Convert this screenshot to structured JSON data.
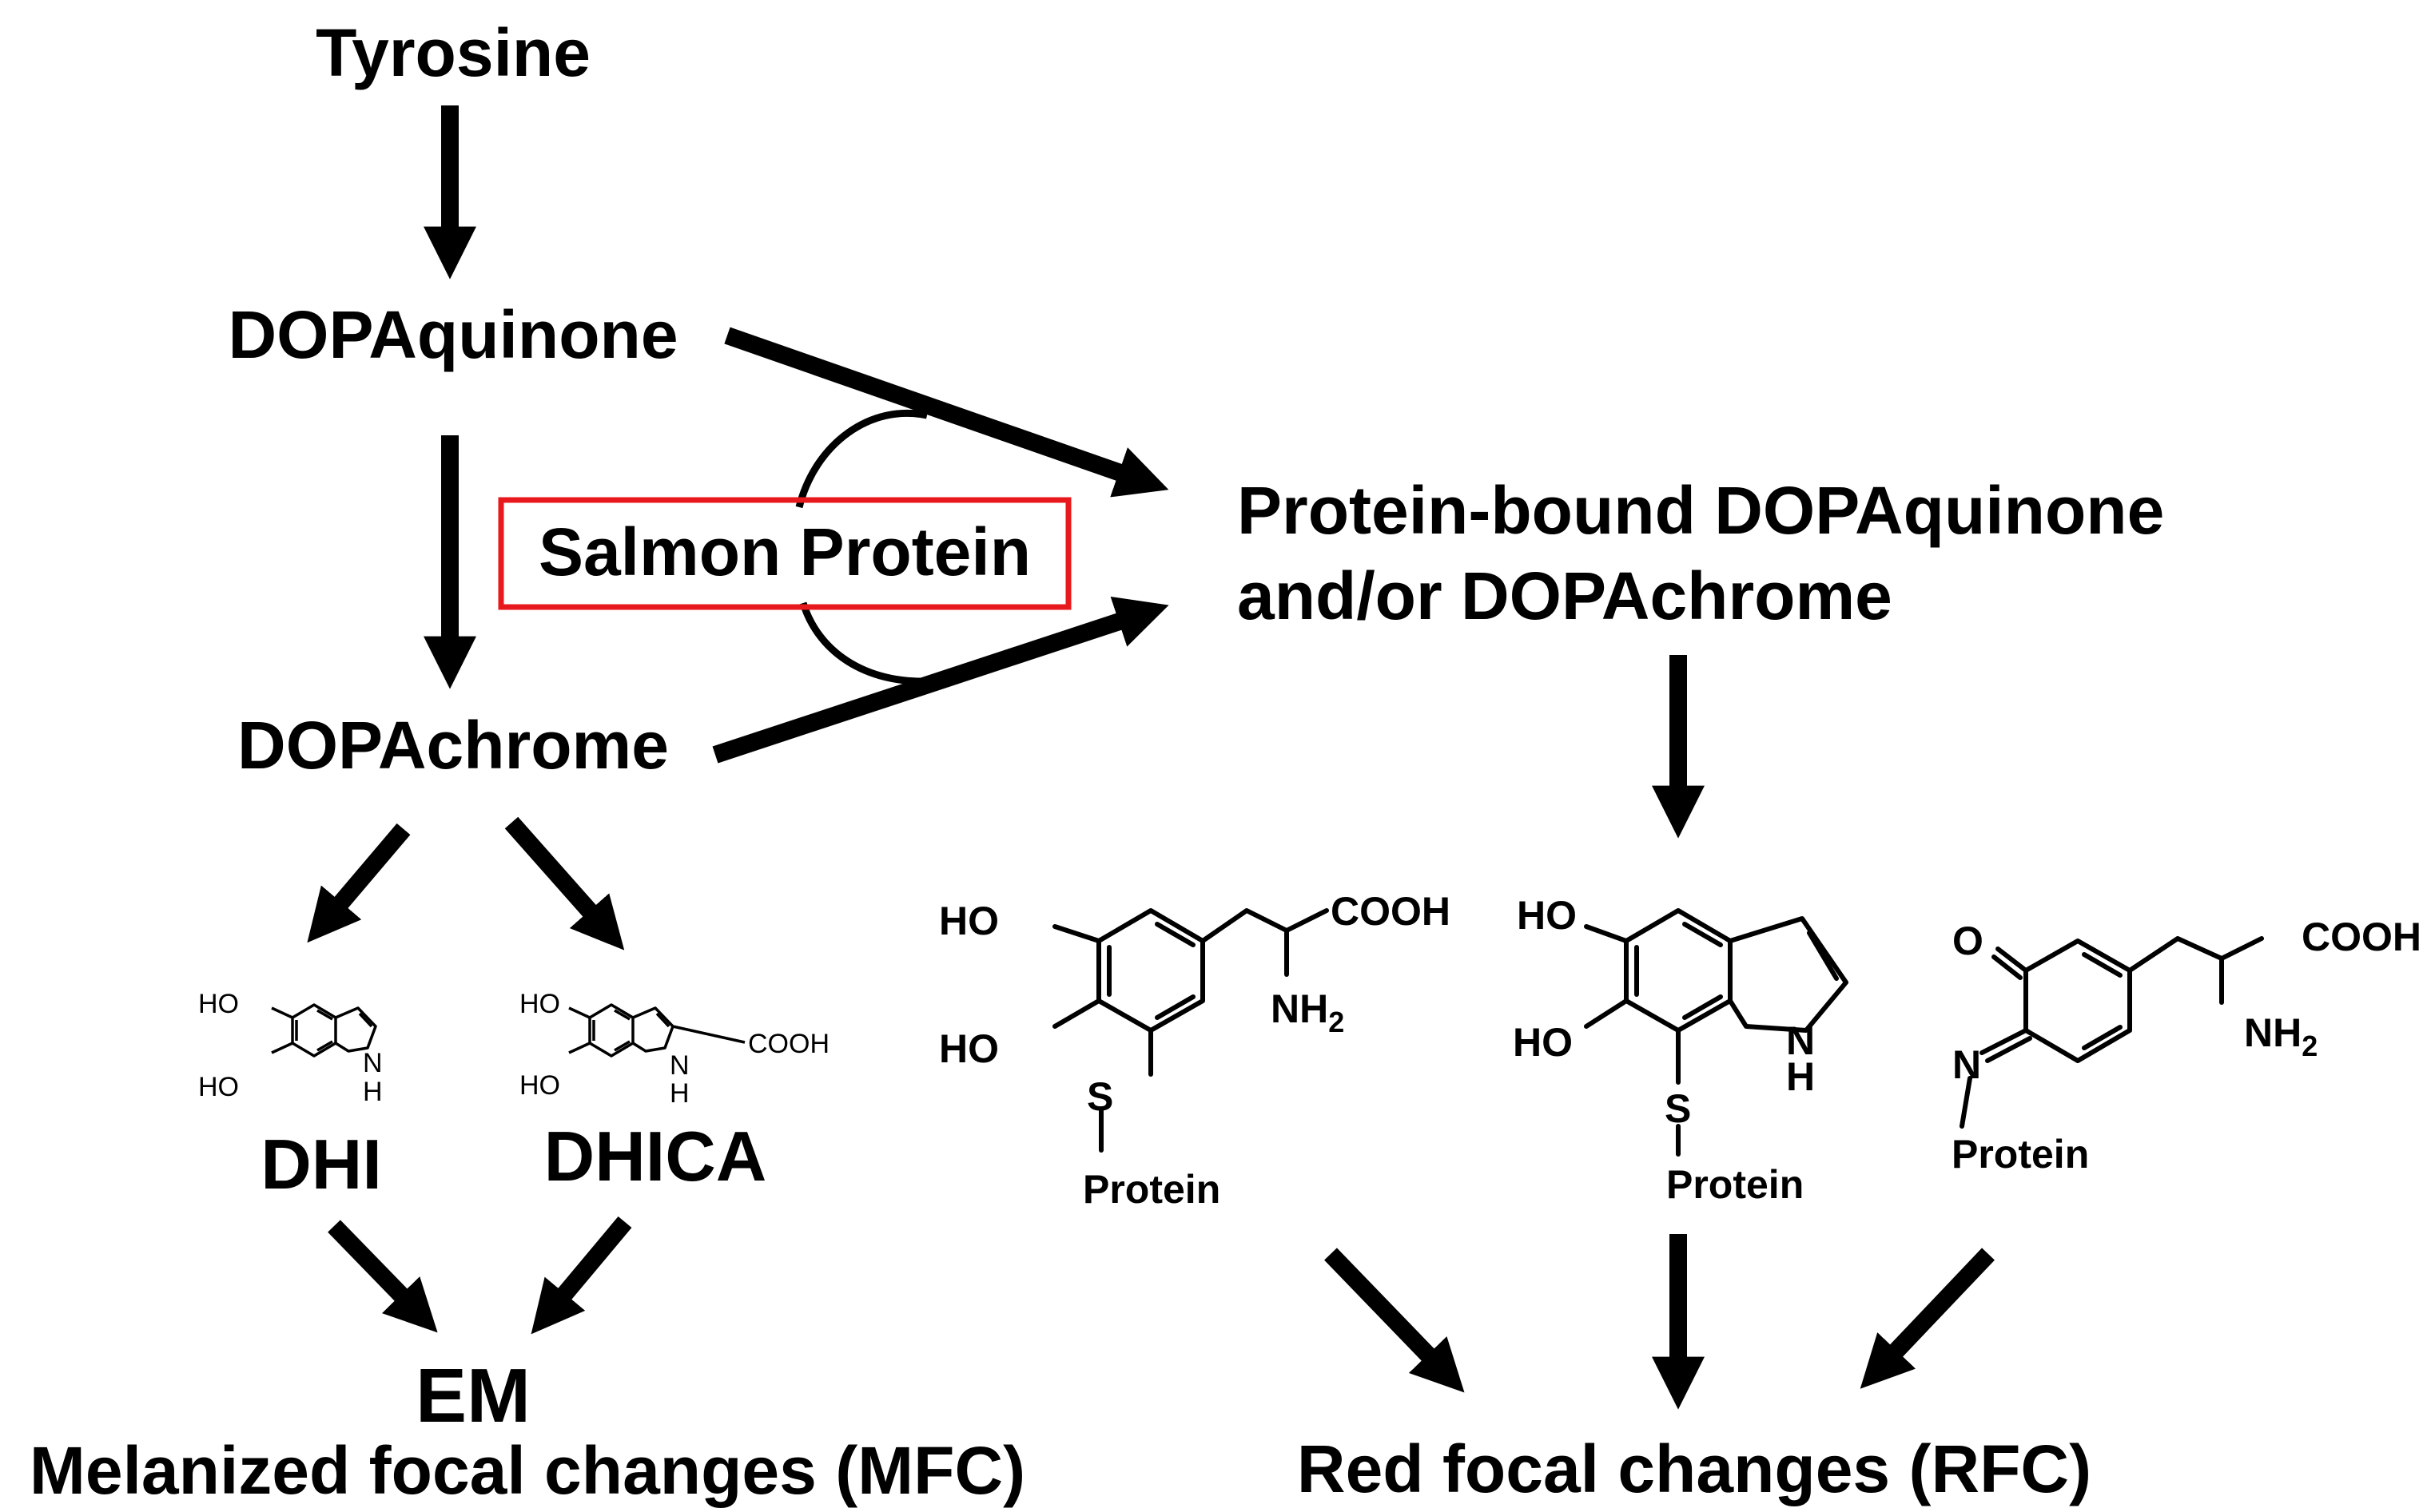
{
  "nodes": {
    "tyrosine": "Tyrosine",
    "dopaquinone": "DOPAquinone",
    "dopachrome": "DOPAchrome",
    "salmon_protein": "Salmon Protein",
    "protein_bound_line1": "Protein-bound DOPAquinone",
    "protein_bound_line2": "and/or DOPAchrome",
    "dhi": "DHI",
    "dhica": "DHICA",
    "em": "EM",
    "mfc": "Melanized focal changes (MFC)",
    "rfc": "Red focal changes (RFC)"
  },
  "structures": {
    "dhi": {
      "ho_top": "HO",
      "ho_bottom": "HO",
      "nh": "N",
      "h": "H"
    },
    "dhica": {
      "ho_top": "HO",
      "ho_bottom": "HO",
      "cooh": "COOH",
      "nh": "N",
      "h": "H"
    },
    "cysteinyldopa": {
      "ho_top": "HO",
      "ho_bottom": "HO",
      "cooh": "COOH",
      "nh2": "NH",
      "nh2_sub": "2",
      "s": "S",
      "protein": "Protein"
    },
    "thio_dhi": {
      "ho_top": "HO",
      "ho_bottom": "HO",
      "nh": "N",
      "h": "H",
      "s": "S",
      "protein": "Protein"
    },
    "quinone_imine": {
      "o": "O",
      "n": "N",
      "cooh": "COOH",
      "nh2": "NH",
      "nh2_sub": "2",
      "protein": "Protein"
    }
  },
  "colors": {
    "box_border": "#e8191d",
    "ink": "#000000",
    "background": "#ffffff"
  }
}
